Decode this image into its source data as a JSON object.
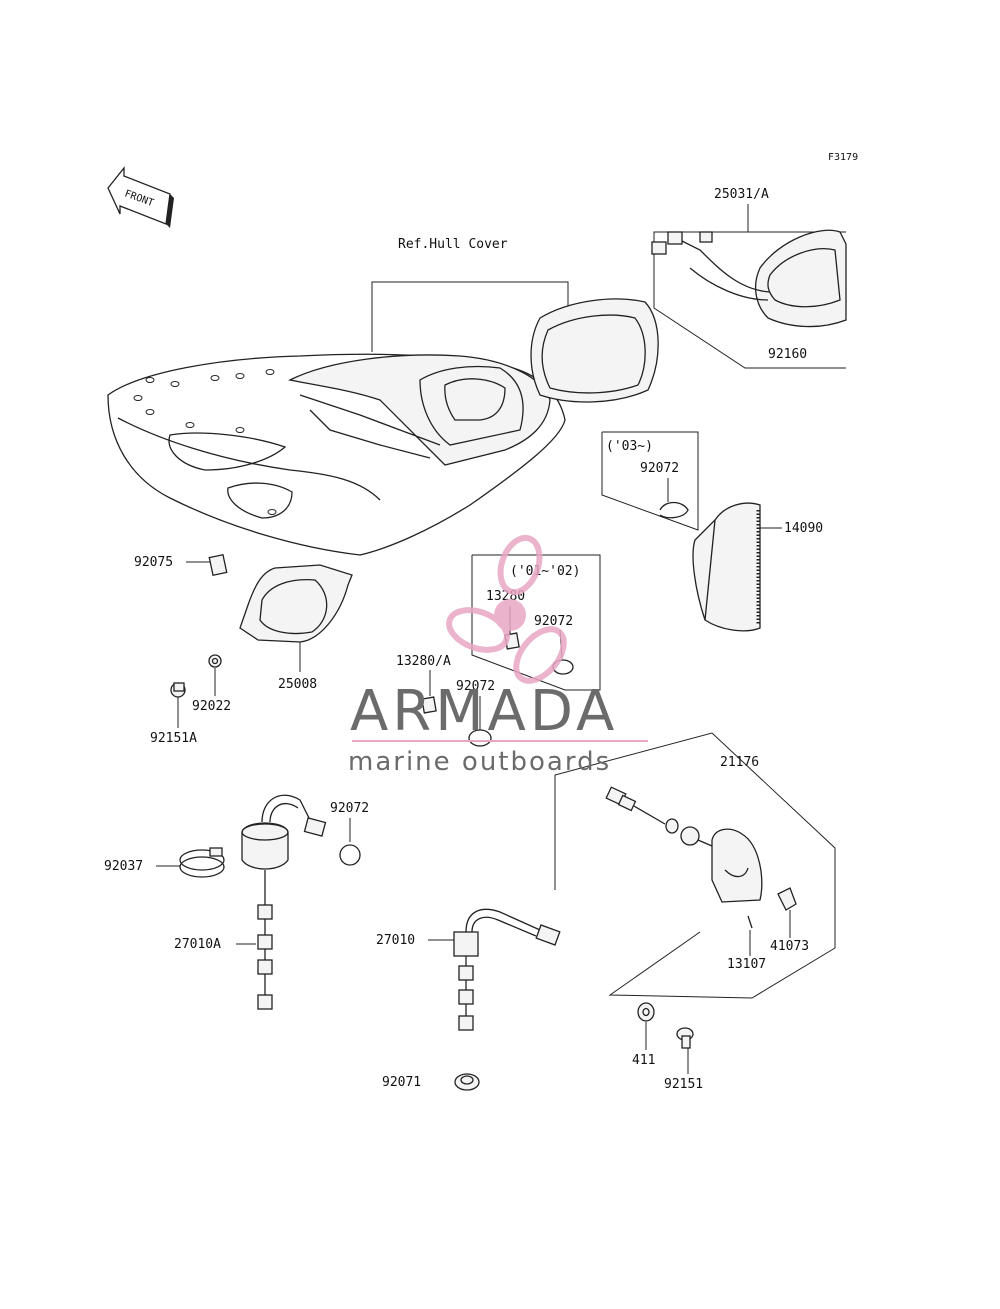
{
  "figure_code": "F3179",
  "front_arrow": "FRONT",
  "labels": {
    "ref_hull_cover": "Ref.Hull Cover",
    "p25031a": "25031/A",
    "p92160": "92160",
    "p03": "('03~)",
    "p92072_a": "92072",
    "p14090": "14090",
    "p92075": "92075",
    "p01_02": "('01~'02)",
    "p13280": "13280",
    "p92072_b": "92072",
    "p25008": "25008",
    "p13280a": "13280/A",
    "p92072_c": "92072",
    "p92022": "92022",
    "p92151a": "92151A",
    "p21176": "21176",
    "p92072_d": "92072",
    "p92037": "92037",
    "p27010a": "27010A",
    "p27010": "27010",
    "p41073": "41073",
    "p13107": "13107",
    "p411": "411",
    "p92151": "92151",
    "p92071": "92071"
  },
  "watermark": {
    "brand": "ARMADA",
    "tagline": "marine outboards",
    "logo_color": "#e8a6c4"
  }
}
